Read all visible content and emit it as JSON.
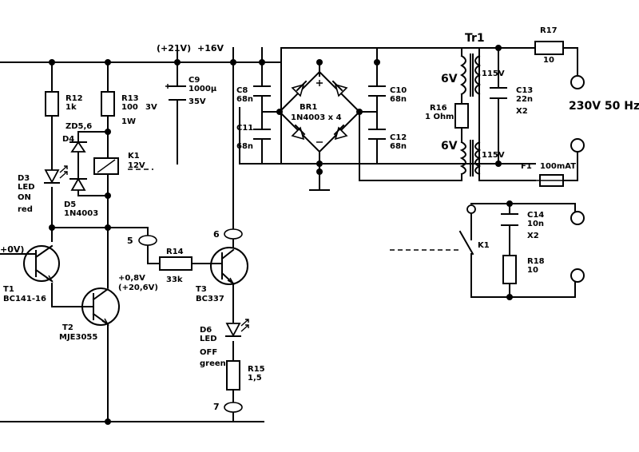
{
  "rails": {
    "v21": "(+21V)",
    "v16": "+16V"
  },
  "parts": {
    "R12": {
      "ref": "R12",
      "val": "1k"
    },
    "R13": {
      "ref": "R13",
      "val": "100",
      "rating": "3V",
      "power": "1W"
    },
    "C9": {
      "ref": "C9",
      "val": "1000µ",
      "volt": "35V"
    },
    "ZD": {
      "ref": "ZD5,6"
    },
    "D4": {
      "ref": "D4"
    },
    "D5": {
      "ref": "D5",
      "val": "1N4003"
    },
    "K1": {
      "ref": "K1",
      "val": "12V"
    },
    "D3": {
      "ref": "D3",
      "val": "LED",
      "state": "ON",
      "color": "red"
    },
    "T1": {
      "ref": "T1",
      "val": "BC141-16"
    },
    "T2": {
      "ref": "T2",
      "val": "MJE3055"
    },
    "T2V": {
      "v1": "+0,8V",
      "v2": "(+20,6V)"
    },
    "R14": {
      "ref": "R14",
      "val": "33k"
    },
    "T3": {
      "ref": "T3",
      "val": "BC337"
    },
    "D6": {
      "ref": "D6",
      "val": "LED",
      "state": "OFF",
      "color": "green"
    },
    "R15": {
      "ref": "R15",
      "val": "1,5"
    },
    "C8": {
      "ref": "C8",
      "val": "68n"
    },
    "C11": {
      "ref": "C11",
      "val": "68n"
    },
    "C10": {
      "ref": "C10",
      "val": "68n"
    },
    "C12": {
      "ref": "C12",
      "val": "68n"
    },
    "BR1": {
      "ref": "BR1",
      "val": "1N4003 x 4"
    },
    "R16": {
      "ref": "R16",
      "val": "1 Ohm"
    },
    "TR1": {
      "ref": "Tr1",
      "sec1": "6V",
      "sec2": "6V",
      "pri1": "115V",
      "pri2": "115V"
    },
    "C13": {
      "ref": "C13",
      "val": "22n",
      "cls": "X2"
    },
    "R17": {
      "ref": "R17",
      "val": "10"
    },
    "F1": {
      "ref": "F1",
      "val": "100mAT"
    },
    "mains": {
      "label": "230V 50 Hz"
    },
    "C14": {
      "ref": "C14",
      "val": "10n",
      "cls": "X2"
    },
    "R18": {
      "ref": "R18",
      "val": "10"
    },
    "K1c": {
      "ref": "K1"
    },
    "input": {
      "label": "+0V)"
    }
  },
  "connectors": {
    "n5": "5",
    "n6": "6",
    "n7": "7"
  }
}
